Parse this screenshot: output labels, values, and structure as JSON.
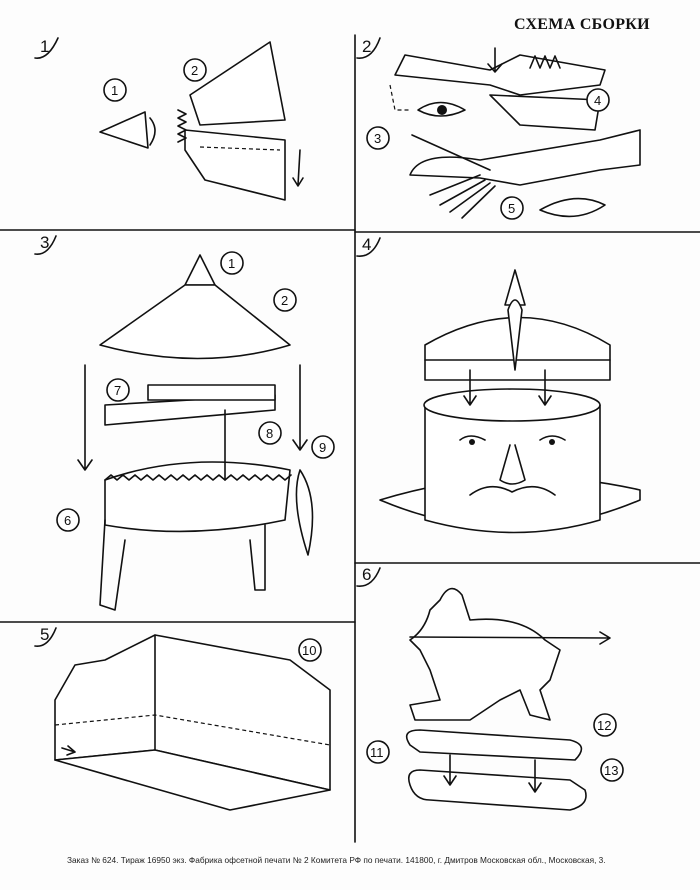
{
  "title": "СХЕМА СБОРКИ",
  "footer": "Заказ № 624. Тираж 16950 экз.  Фабрика офсетной печати № 2 Комитета РФ по печати. 141800, г. Дмитров Московская обл., Московская, 3.",
  "steps": [
    {
      "number": "1",
      "parts": [
        "1",
        "2"
      ]
    },
    {
      "number": "2",
      "parts": [
        "3",
        "4",
        "5"
      ]
    },
    {
      "number": "3",
      "parts": [
        "1",
        "2",
        "6",
        "7",
        "8",
        "9"
      ]
    },
    {
      "number": "4",
      "parts": []
    },
    {
      "number": "5",
      "parts": [
        "10"
      ]
    },
    {
      "number": "6",
      "parts": [
        "11",
        "12",
        "13"
      ]
    }
  ]
}
